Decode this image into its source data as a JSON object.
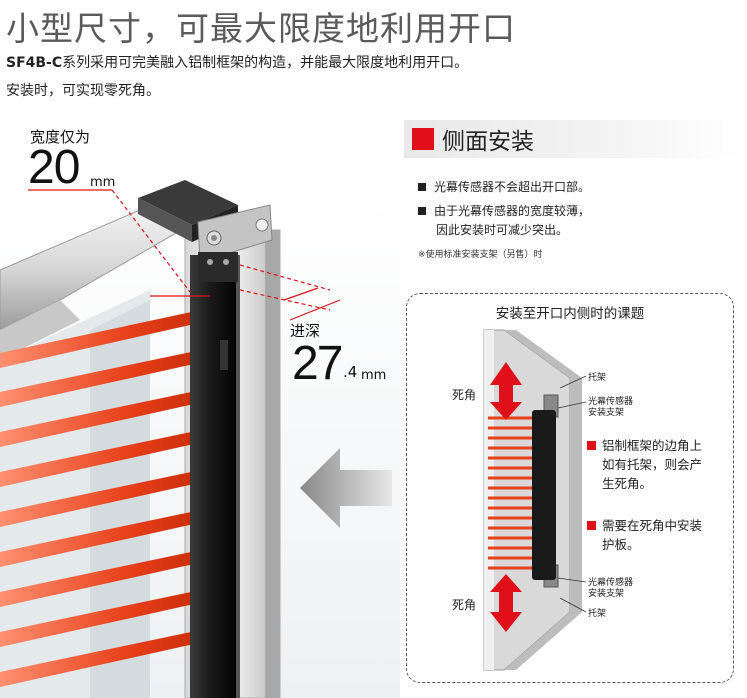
{
  "title": "小型尺寸，可最大限度地利用开口",
  "intro": {
    "model": "SF4B-C",
    "line1_rest": "系列采用可完美融入铝制框架的构造，并能最大限度地利用开口。",
    "line2": "安装时，可实现零死角。"
  },
  "dimensions": {
    "width_label": "宽度仅为",
    "width_value": "20",
    "width_unit": "mm",
    "depth_label": "进深",
    "depth_value": "27",
    "depth_decimal": ".4",
    "depth_unit": "mm"
  },
  "side_mount": {
    "title": "侧面安装",
    "bullet1": "光幕传感器不会超出开口部。",
    "bullet2_line1": "由于光幕传感器的宽度较薄，",
    "bullet2_line2": "因此安装时可减少突出。",
    "note": "※使用标准安装支架（另售）时"
  },
  "panel": {
    "title": "安装至开口内侧时的课题",
    "dead_angle_top": "死角",
    "dead_angle_bottom": "死角",
    "bracket_top": "托架",
    "sensor_bracket_top_1": "光幕传感器",
    "sensor_bracket_top_2": "安装支架",
    "sensor_bracket_bottom_1": "光幕传感器",
    "sensor_bracket_bottom_2": "安装支架",
    "bracket_bottom": "托架",
    "issue1_line1": "铝制框架的边角上",
    "issue1_line2": "如有托架，则会产",
    "issue1_line3": "生死角。",
    "issue2_line1": "需要在死角中安装",
    "issue2_line2": "护板。"
  },
  "colors": {
    "accent_red": "#e0101a",
    "beam_red": "#e8401a",
    "arrow_gray": "#b0b0b0"
  }
}
